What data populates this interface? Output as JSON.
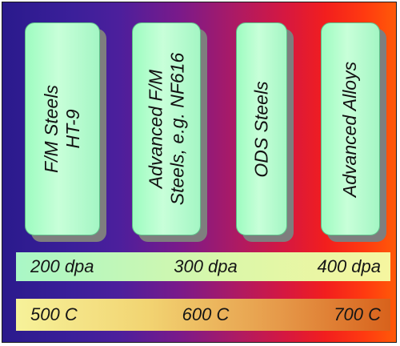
{
  "materials": [
    {
      "lines": [
        "F/M Steels",
        "HT-9"
      ]
    },
    {
      "lines": [
        "Advanced F/M",
        "Steels, e.g. NF616"
      ]
    },
    {
      "lines": [
        "ODS Steels"
      ]
    },
    {
      "lines": [
        "Advanced Alloys"
      ]
    }
  ],
  "dpa_scale": [
    "200 dpa",
    "300 dpa",
    "400 dpa"
  ],
  "temperature_scale": [
    "500 C",
    "600 C",
    "700 C"
  ]
}
